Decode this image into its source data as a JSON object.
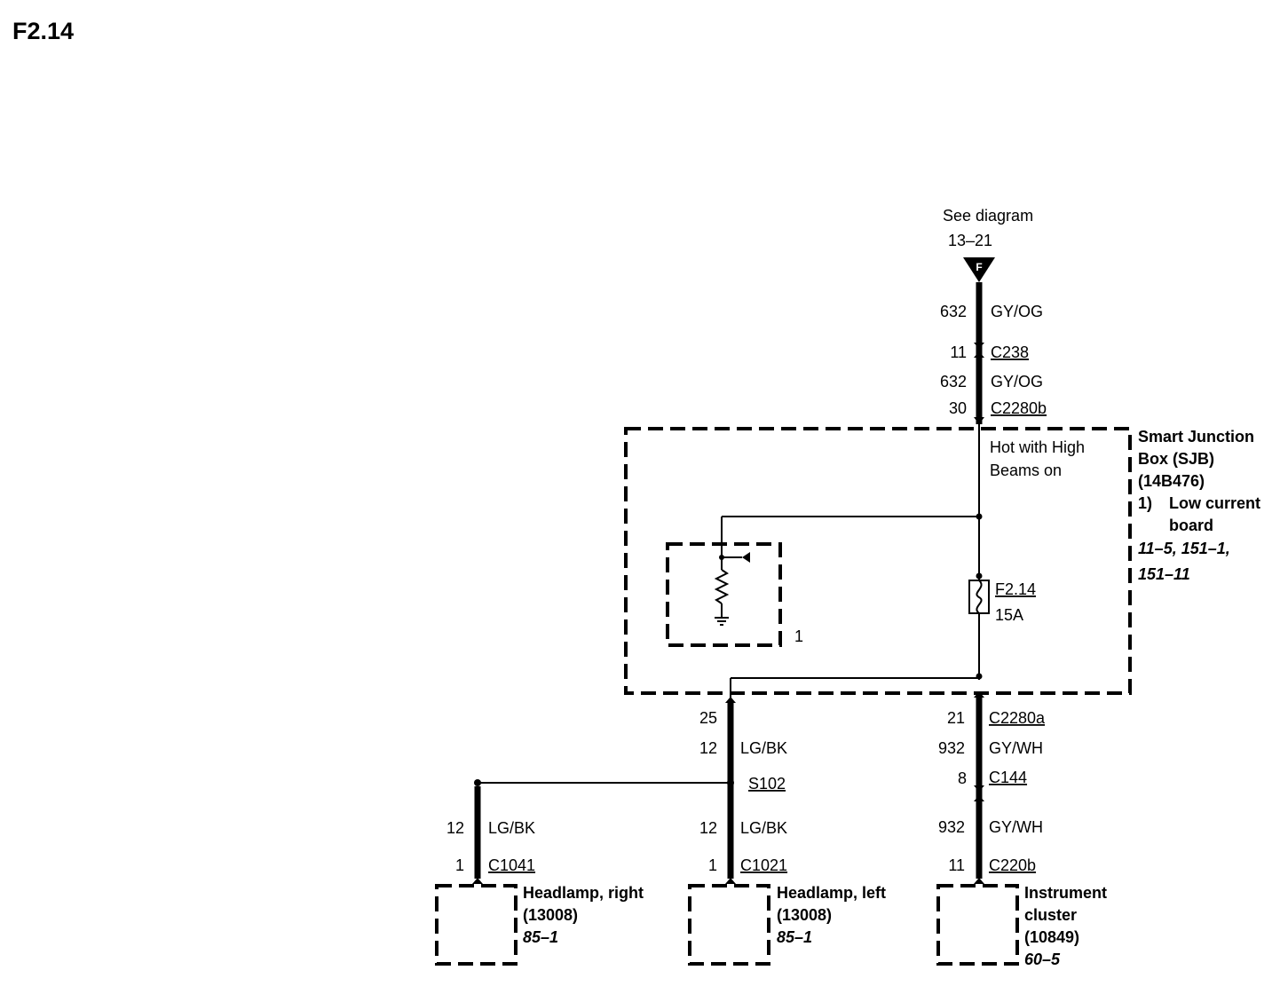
{
  "title": "F2.14",
  "source": {
    "line1": "See diagram",
    "line2": "13–21",
    "connector_letter": "F"
  },
  "feed": {
    "wire1_number": "632",
    "wire1_color": "GY/OG",
    "c238_pin": "11",
    "c238_name": "C238",
    "wire2_number": "632",
    "wire2_color": "GY/OG",
    "c2280b_pin": "30",
    "c2280b_name": "C2280b"
  },
  "sjb": {
    "hot_line1": "Hot with High",
    "hot_line2": "Beams on",
    "title_line1": "Smart Junction",
    "title_line2": "Box (SJB)",
    "title_line3": "(14B476)",
    "note_number": "1)",
    "note_line1": "Low current",
    "note_line2": "board",
    "ref_line1": "11–5, 151–1,",
    "ref_line2": "151–11",
    "inner_label": "1",
    "fuse_name": "F2.14",
    "fuse_rating": "15A"
  },
  "left_branch": {
    "sjb_pin": "25",
    "wire_number": "12",
    "wire_color": "LG/BK",
    "splice": "S102",
    "wire2_number": "12",
    "wire2_color": "LG/BK",
    "conn_pin": "1",
    "conn_name": "C1021",
    "component_line1": "Headlamp, left",
    "component_line2": "(13008)",
    "component_ref": "85–1"
  },
  "right_lamp_branch": {
    "wire_number": "12",
    "wire_color": "LG/BK",
    "conn_pin": "1",
    "conn_name": "C1041",
    "component_line1": "Headlamp, right",
    "component_line2": "(13008)",
    "component_ref": "85–1"
  },
  "cluster_branch": {
    "sjb_pin": "21",
    "sjb_conn": "C2280a",
    "wire_number": "932",
    "wire_color": "GY/WH",
    "c144_pin": "8",
    "c144_name": "C144",
    "wire2_number": "932",
    "wire2_color": "GY/WH",
    "conn_pin": "11",
    "conn_name": "C220b",
    "component_line1": "Instrument",
    "component_line2": "cluster",
    "component_line3": "(10849)",
    "component_ref": "60–5"
  }
}
